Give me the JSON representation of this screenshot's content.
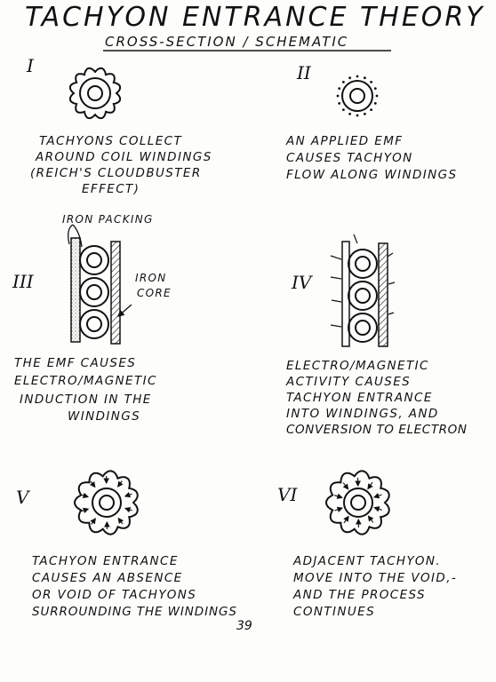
{
  "title": "TACHYON ENTRANCE THEORY",
  "subtitle": "CROSS-SECTION / SCHEMATIC",
  "page_number": "39",
  "panels": [
    {
      "numeral": "I",
      "caption": [
        "TACHYONS COLLECT",
        "AROUND COIL WINDINGS",
        "(REICH'S CLOUDBUSTER",
        "EFFECT)"
      ]
    },
    {
      "numeral": "II",
      "caption": [
        "AN APPLIED EMF",
        "CAUSES TACHYON",
        "FLOW ALONG WINDINGS"
      ]
    },
    {
      "numeral": "III",
      "caption": [
        "THE EMF CAUSES",
        "ELECTRO/MAGNETIC",
        "INDUCTION IN THE",
        "WINDINGS"
      ]
    },
    {
      "numeral": "IV",
      "caption": [
        "ELECTRO/MAGNETIC",
        "ACTIVITY CAUSES",
        "TACHYON ENTRANCE",
        "INTO WINDINGS, AND",
        "CONVERSION TO ELECTRON"
      ]
    },
    {
      "numeral": "V",
      "caption": [
        "TACHYON ENTRANCE",
        "CAUSES AN ABSENCE",
        "OR VOID OF TACHYONS",
        "SURROUNDING THE WINDINGS"
      ]
    },
    {
      "numeral": "VI",
      "caption": [
        "ADJACENT TACHYON.",
        "MOVE INTO THE VOID,-",
        "AND THE PROCESS",
        "CONTINUES"
      ]
    }
  ],
  "labels": {
    "iron_packing": "IRON PACKING",
    "iron_core_1": "IRON",
    "iron_core_2": "CORE"
  }
}
